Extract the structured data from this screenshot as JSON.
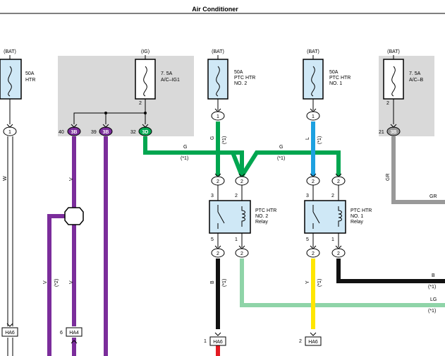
{
  "title": "Air Conditioner",
  "colors": {
    "green": "#00a650",
    "light_green": "#8fd4a8",
    "blue": "#1ea1e0",
    "purple": "#7b2d9b",
    "yellow": "#ffe600",
    "black": "#111111",
    "gray": "#999999",
    "red": "#e31b23",
    "panel": "#d9d9d9",
    "component": "#cfe8f6"
  },
  "sources": {
    "bat_htr": "(BAT)",
    "ig": "(IG)",
    "bat_ptc2": "(BAT)",
    "bat_ptc1": "(BAT)",
    "bat_acb": "(BAT)"
  },
  "fuses": {
    "htr": {
      "amp": "50A",
      "name": "HTR"
    },
    "acig1": {
      "amp": "7. 5A",
      "name": "A/C–IG1"
    },
    "ptc2": {
      "amp": "50A",
      "name": "PTC HTR",
      "name2": "NO. 2"
    },
    "ptc1": {
      "amp": "50A",
      "name": "PTC HTR",
      "name2": "NO. 1"
    },
    "acb": {
      "amp": "7. 5A",
      "name": "A/C–B"
    }
  },
  "relays": {
    "r2": {
      "name": "PTC HTR",
      "name2": "NO. 2",
      "name3": "Relay"
    },
    "r1": {
      "name": "PTC HTR",
      "name2": "NO. 1",
      "name3": "Relay"
    }
  },
  "connectors": {
    "c1": "1",
    "c2": "2",
    "c3b": "3B",
    "c3d": "3D",
    "ha6": "HA6",
    "ha4": "HA4"
  },
  "pins": {
    "p1": "1",
    "p2": "2",
    "p3": "3",
    "p5": "5",
    "p6": "6",
    "p21": "21",
    "p32": "32",
    "p39": "39",
    "p40": "40"
  },
  "wire_labels": {
    "w": "W",
    "v": "V",
    "y": "Y",
    "g": "G",
    "l": "L",
    "b": "B",
    "gr": "GR",
    "lg": "LG",
    "note1": "(*1)",
    "note2": "(*2)"
  }
}
